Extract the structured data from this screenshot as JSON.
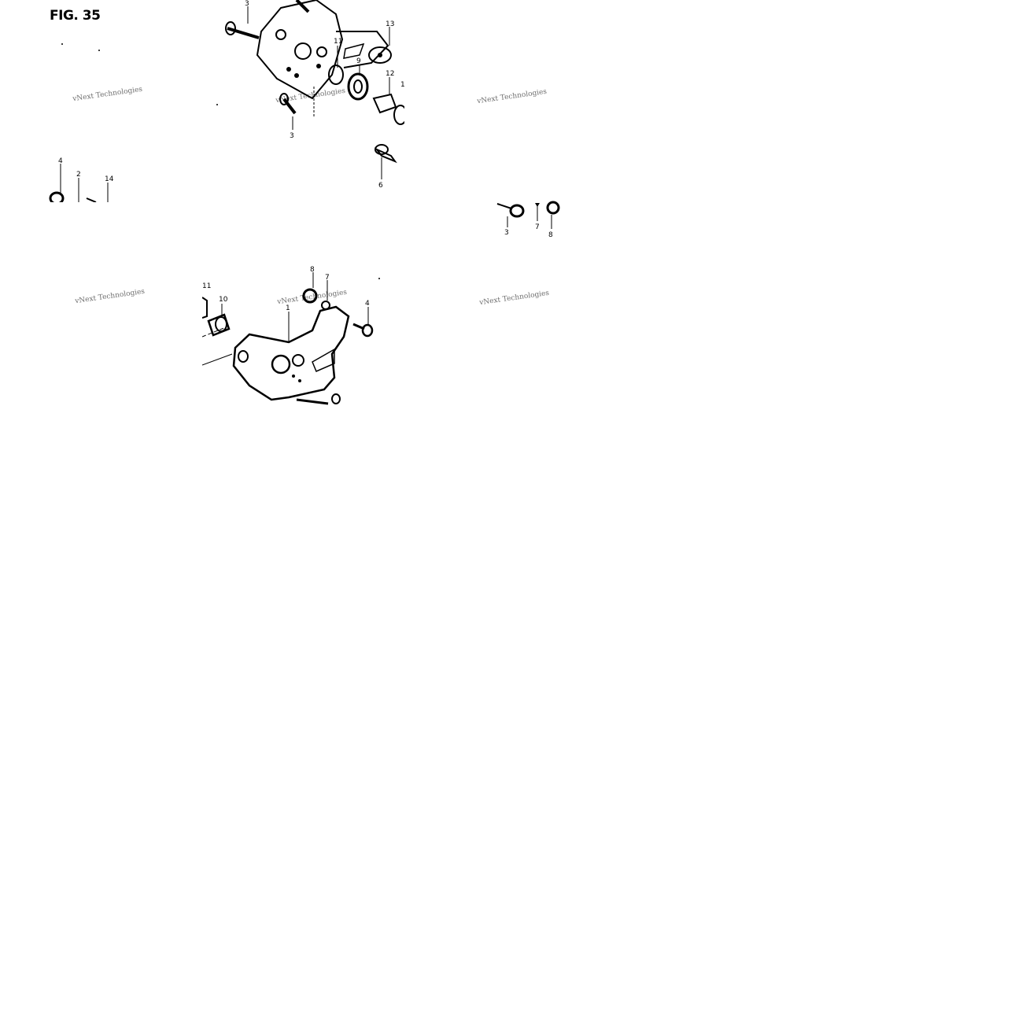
{
  "figure": {
    "title": "FIG. 35"
  },
  "watermark": {
    "text": "vNext Technologies"
  },
  "callouts": {
    "tile_top_center": [
      "3",
      "13",
      "11",
      "9",
      "12",
      "1",
      "3",
      "6"
    ],
    "tile_mid_left": [
      "4",
      "2",
      "14"
    ],
    "tile_mid_right": [
      "3",
      "7",
      "8"
    ],
    "tile_bottom_center": [
      "8",
      "7",
      "11",
      "10",
      "1",
      "4"
    ]
  },
  "colors": {
    "ink": "#000000",
    "background": "#ffffff",
    "watermark": "#555555"
  }
}
